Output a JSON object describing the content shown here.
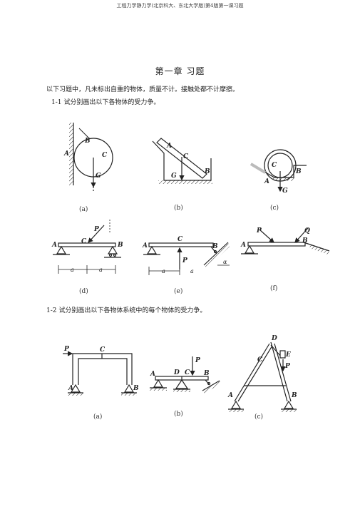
{
  "header": "工程力学静力学(北京科大、东北大学版)第4版第一课习题",
  "title": "第一章 习题",
  "intro": "以下习题中，凡未标出自重的物体，质量不计。接触处都不计摩擦。",
  "q1": "1-1 试分别画出以下各物体的受力争。",
  "q2": "1-2 试分别画出以下各物体系统中的每个物体的受力争。",
  "captions1": [
    "(a)",
    "(b)",
    "(c)",
    "(d)",
    "(e)",
    "(f)"
  ],
  "captions2": [
    "(a)",
    "(b)",
    "(c)"
  ],
  "labels": {
    "a1": [
      "A",
      "B",
      "C",
      "G"
    ],
    "b1": [
      "A",
      "C",
      "G",
      "B"
    ],
    "c1": [
      "C",
      "B",
      "A",
      "G"
    ],
    "d1": [
      "P",
      "C",
      "A",
      "B",
      "a",
      "a"
    ],
    "e1": [
      "C",
      "A",
      "B",
      "P",
      "a",
      "a",
      "α"
    ],
    "f1": [
      "P",
      "Q",
      "A",
      "B"
    ],
    "a2": [
      "P",
      "C",
      "A",
      "B"
    ],
    "b2": [
      "P",
      "A",
      "D",
      "C",
      "B"
    ],
    "c2": [
      "D",
      "C",
      "E",
      "P",
      "A",
      "B"
    ]
  }
}
